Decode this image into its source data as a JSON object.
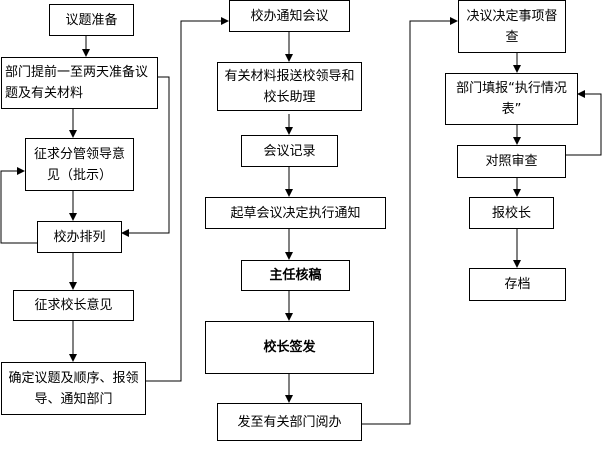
{
  "flow": {
    "left": [
      "议题准备",
      "部门提前一至两天准备议题及有关材料",
      "征求分管领导意见（批示）",
      "校办排列",
      "征求校长意见",
      "确定议题及顺序、报领导、通知部门"
    ],
    "middle": [
      "校办通知会议",
      "有关材料报送校领导和校长助理",
      "会议记录",
      "起草会议决定执行通知",
      "主任核稿",
      "校长签发",
      "发至有关部门阅办"
    ],
    "right": [
      "决议决定事项督查",
      "部门填报“执行情况表”",
      "对照审查",
      "报校长",
      "存档"
    ]
  }
}
